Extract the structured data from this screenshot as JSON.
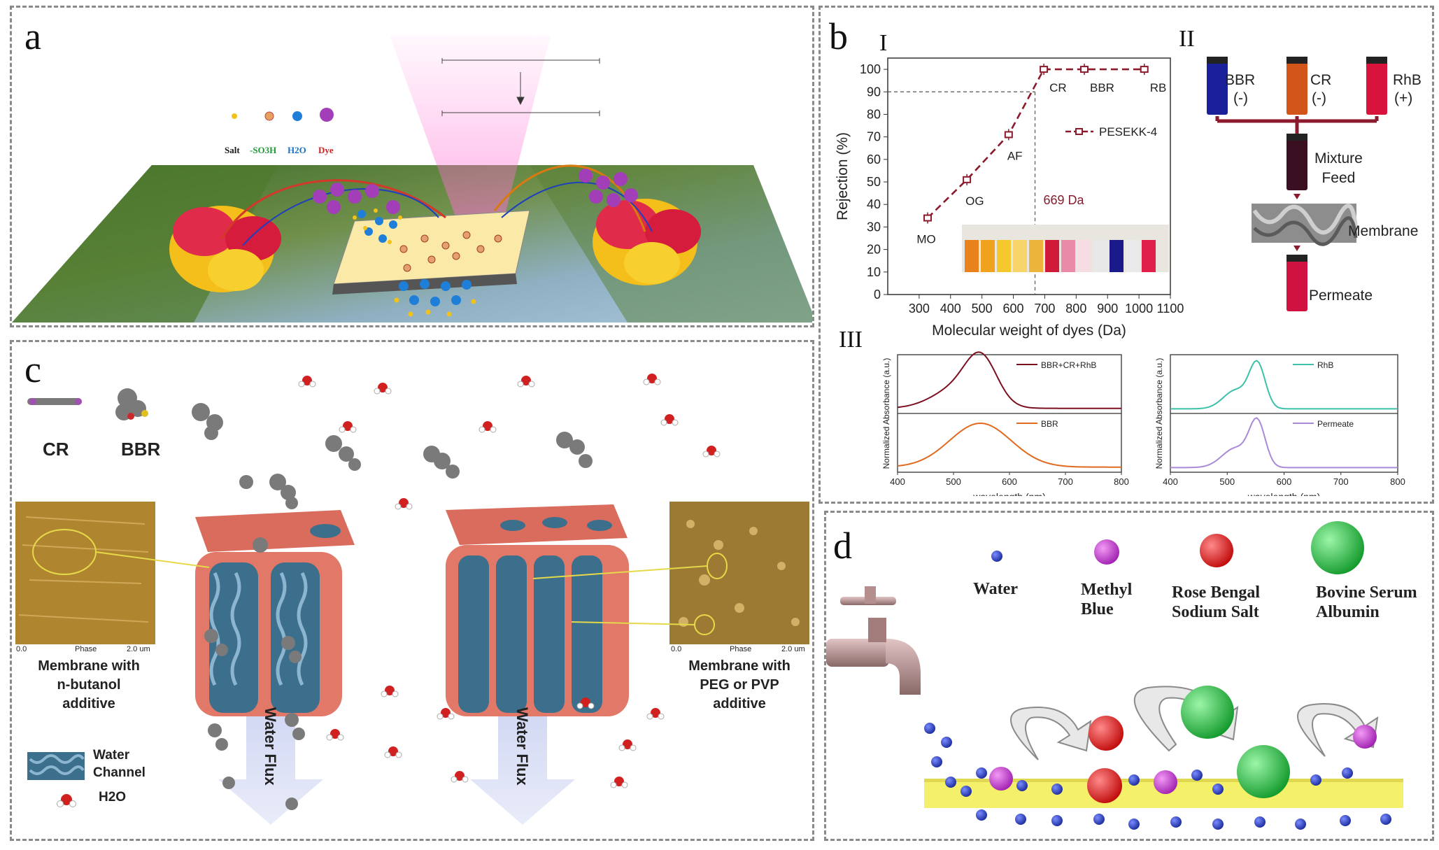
{
  "panels": {
    "a": {
      "label": "a",
      "legend": [
        "Salt",
        "-SO3H",
        "H2O",
        "Dye"
      ],
      "legend_colors": [
        "#1b1b1b",
        "#1f9a3a",
        "#1a72c9",
        "#d11f1f"
      ]
    },
    "b": {
      "label": "b",
      "sub_I": "I",
      "sub_II": "II",
      "sub_III": "III",
      "chart_I": {
        "xlabel": "Molecular weight of dyes (Da)",
        "ylabel": "Rejection (%)",
        "legend": "PESEKK-4",
        "cutoff_label": "669 Da"
      },
      "II": {
        "dye1": "BBR",
        "dye1_charge": "(-)",
        "dye2": "CR",
        "dye2_charge": "(-)",
        "dye3": "RhB",
        "dye3_charge": "(+)",
        "mixture": "Mixture\nFeed",
        "membrane": "Membrane",
        "permeate": "Permeate"
      },
      "III": {
        "xlabel": "wavelength (nm)",
        "ylabel": "Normalized Absorbance (a.u.)",
        "left_top": "BBR+CR+RhB",
        "left_bottom": "BBR",
        "right_top": "RhB",
        "right_bottom": "Permeate"
      }
    },
    "c": {
      "label": "c",
      "mol1": "CR",
      "mol2": "BBR",
      "afm_left_scale": [
        "0.0",
        "Phase",
        "2.0 um"
      ],
      "afm_right_scale": [
        "0.0",
        "Phase",
        "2.0 um"
      ],
      "left_caption": "Membrane with\nn-butanol\nadditive",
      "right_caption": "Membrane with\nPEG or PVP\nadditive",
      "arrow_label": "Water Flux",
      "legend_channel": "Water\nChannel",
      "legend_h2o": "H2O"
    },
    "d": {
      "label": "d",
      "legend": [
        {
          "name": "Water",
          "color": "#2a3fb8"
        },
        {
          "name": "Methyl\nBlue",
          "color": "#c43fd3"
        },
        {
          "name": "Rose Bengal\nSodium Salt",
          "color": "#e01515"
        },
        {
          "name": "Bovine Serum\nAlbumin",
          "color": "#1fbf3a"
        }
      ]
    }
  },
  "chart_data": [
    {
      "type": "line",
      "panel": "b-I",
      "x": [
        327,
        452,
        585,
        697,
        826,
        1017
      ],
      "values": [
        34,
        51,
        71,
        100,
        100,
        100
      ],
      "point_labels": [
        "MO",
        "OG",
        "AF",
        "CR",
        "BBR",
        "RB"
      ],
      "series": [
        {
          "name": "PESEKK-4",
          "values": [
            34,
            51,
            71,
            100,
            100,
            100
          ]
        }
      ],
      "xlim": [
        200,
        1100
      ],
      "ylim": [
        0,
        105
      ],
      "xticks": [
        300,
        400,
        500,
        600,
        700,
        800,
        900,
        1000,
        1100
      ],
      "yticks": [
        0,
        10,
        20,
        30,
        40,
        50,
        60,
        70,
        80,
        90,
        100
      ],
      "reference_lines": {
        "y": 90,
        "x": 669
      },
      "xlabel": "Molecular weight of dyes (Da)",
      "ylabel": "Rejection (%)",
      "color": "#8b1a2c"
    },
    {
      "type": "line",
      "panel": "b-III",
      "xlabel": "wavelength (nm)",
      "ylabel": "Normalized Absorbance (a.u.)",
      "left_xticks": [
        "400",
        "500",
        "600",
        "700",
        "800"
      ],
      "right_xticks": [
        "400",
        "500",
        "600",
        "700",
        "800"
      ],
      "series": [
        {
          "name": "BBR+CR+RhB",
          "color": "#7a1020"
        },
        {
          "name": "BBR",
          "color": "#e06a20"
        },
        {
          "name": "RhB",
          "color": "#3cc0a8"
        },
        {
          "name": "Permeate",
          "color": "#a88ad8"
        }
      ]
    }
  ]
}
